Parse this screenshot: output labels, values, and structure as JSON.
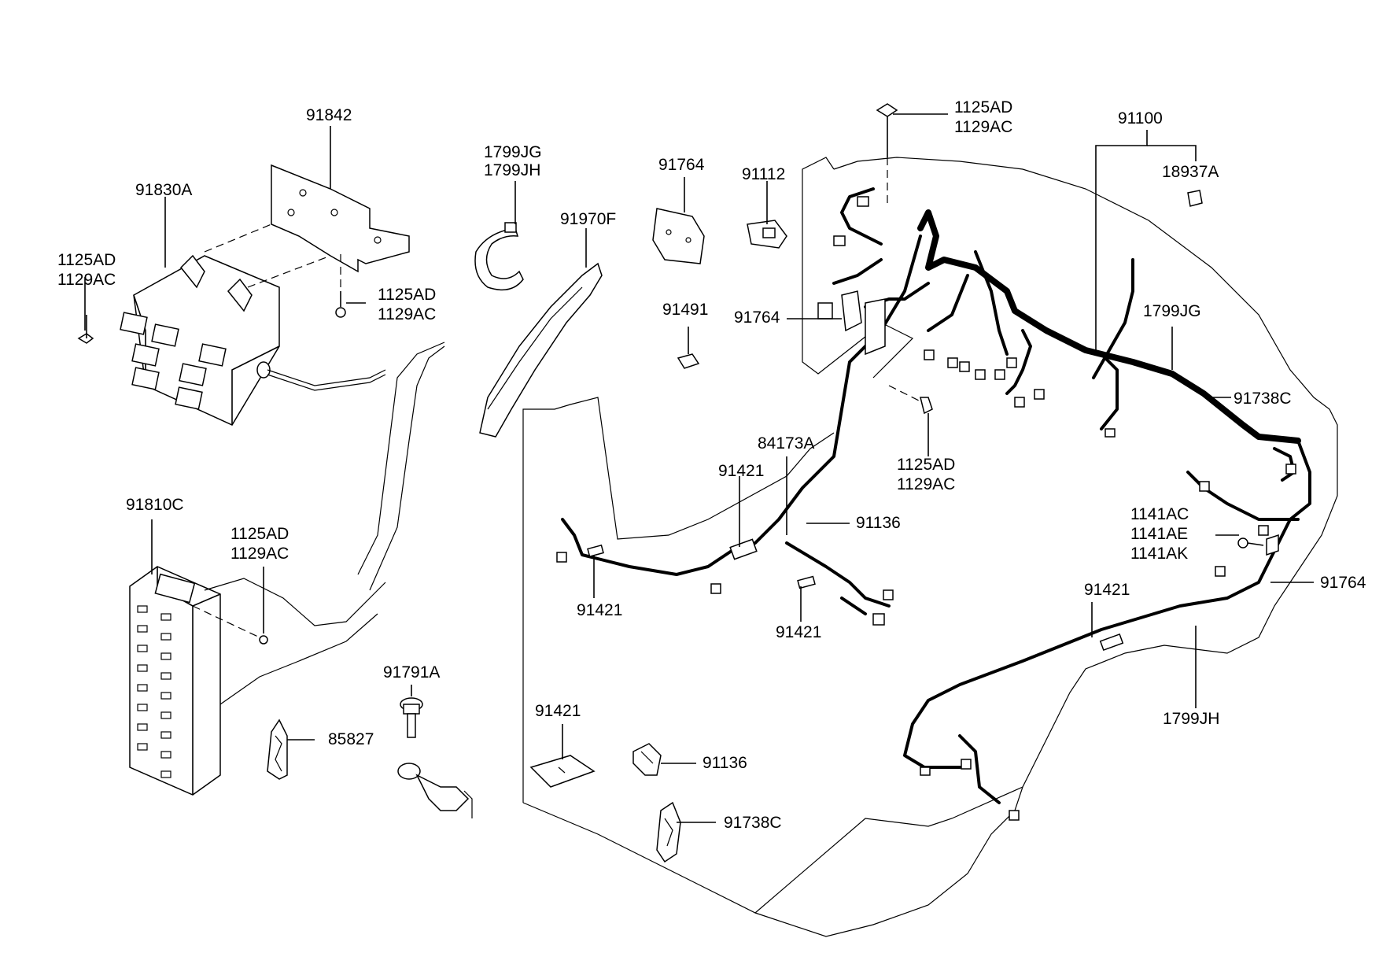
{
  "labels": {
    "p91842": "91842",
    "p91830A": "91830A",
    "p1125AD_a": "1125AD",
    "p1129AC_a": "1129AC",
    "p1125AD_b": "1125AD",
    "p1129AC_b": "1129AC",
    "p91810C": "91810C",
    "p1125AD_c": "1125AD",
    "p1129AC_c": "1129AC",
    "p85827": "85827",
    "p91791A": "91791A",
    "p91421_a": "91421",
    "p91136_a": "91136",
    "p91738C_a": "91738C",
    "p1799JG_a": "1799JG",
    "p1799JH_a": "1799JH",
    "p91970F": "91970F",
    "p91764_a": "91764",
    "p91112": "91112",
    "p91491": "91491",
    "p91764_b": "91764",
    "p1125AD_d": "1125AD",
    "p1129AC_d": "1129AC",
    "p1125AD_e": "1125AD",
    "p1129AC_e": "1129AC",
    "p84173A": "84173A",
    "p91421_b": "91421",
    "p91136_b": "91136",
    "p91421_c": "91421",
    "p91421_d": "91421",
    "p91100": "91100",
    "p18937A": "18937A",
    "p1799JG_b": "1799JG",
    "p91738C_b": "91738C",
    "p1141AC": "1141AC",
    "p1141AE": "1141AE",
    "p1141AK": "1141AK",
    "p91764_c": "91764",
    "p91421_e": "91421",
    "p1799JH_b": "1799JH"
  }
}
